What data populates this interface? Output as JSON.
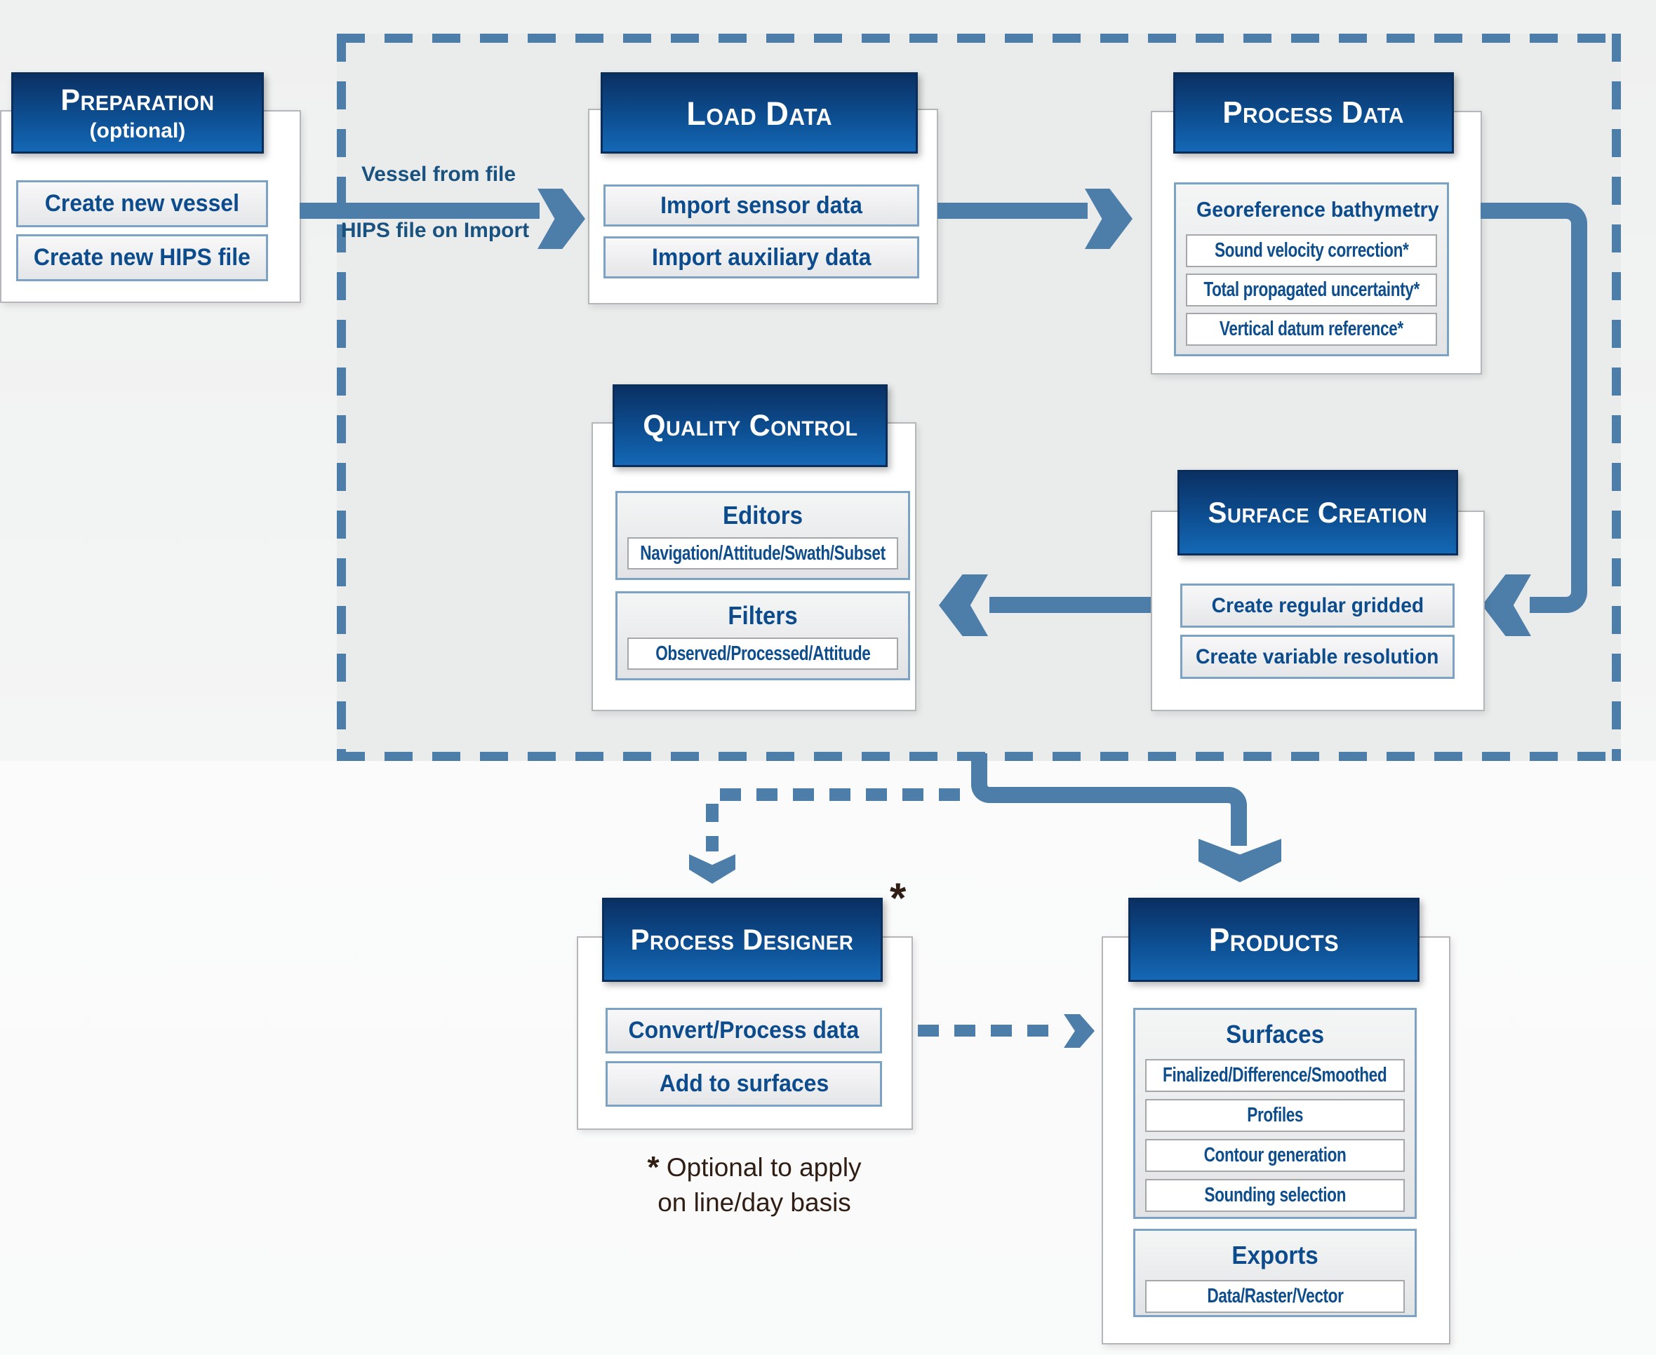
{
  "diagram": {
    "preparation": {
      "title": "Preparation",
      "subtitle": "(optional)",
      "items": [
        "Create new vessel",
        "Create new HIPS file"
      ]
    },
    "load_data": {
      "title": "Load Data",
      "items": [
        "Import sensor data",
        "Import auxiliary data"
      ]
    },
    "process_data": {
      "title": "Process Data",
      "group": {
        "label": "Georeference bathymetry",
        "items": [
          "Sound velocity correction*",
          "Total propagated uncertainty*",
          "Vertical datum reference*"
        ]
      }
    },
    "quality_control": {
      "title": "Quality Control",
      "groups": [
        {
          "label": "Editors",
          "items": [
            "Navigation/Attitude/Swath/Subset"
          ]
        },
        {
          "label": "Filters",
          "items": [
            "Observed/Processed/Attitude"
          ]
        }
      ]
    },
    "surface_creation": {
      "title": "Surface Creation",
      "items": [
        "Create regular gridded",
        "Create variable resolution"
      ]
    },
    "process_designer": {
      "title": "Process Designer",
      "marker": "*",
      "items": [
        "Convert/Process data",
        "Add to surfaces"
      ]
    },
    "products": {
      "title": "Products",
      "groups": [
        {
          "label": "Surfaces",
          "items": [
            "Finalized/Difference/Smoothed",
            "Profiles",
            "Contour generation",
            "Sounding selection"
          ]
        },
        {
          "label": "Exports",
          "items": [
            "Data/Raster/Vector"
          ]
        }
      ]
    },
    "arrow_labels": {
      "vessel": "Vessel from file",
      "hips": "HIPS file on Import"
    },
    "footnote": {
      "marker": "*",
      "line1": "Optional to apply",
      "line2": "on line/day basis"
    }
  },
  "colors": {
    "arrow": "#4d7ea9",
    "header_top": "#0a3063",
    "header_bottom": "#1468b5",
    "item_text": "#0d4c8c",
    "footnote_text": "#301d14"
  }
}
